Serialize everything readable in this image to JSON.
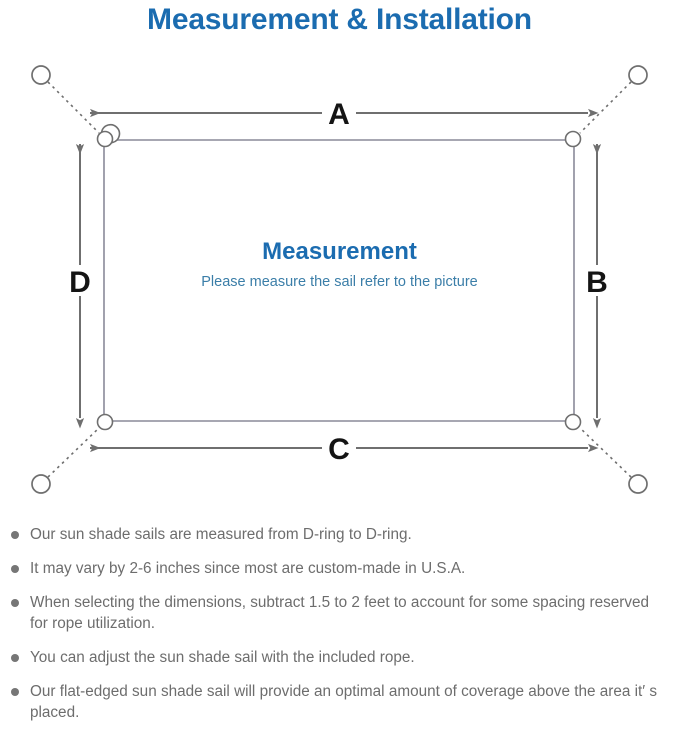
{
  "page": {
    "title": "Measurement & Installation",
    "title_color": "#1b6cb0"
  },
  "diagram": {
    "center_label": "Measurement",
    "center_sublabel": "Please measure the sail refer to the picture",
    "center_label_color": "#1b6cb0",
    "center_sublabel_color": "#3b7ea8",
    "line_color": "#6f6f6f",
    "sail_border_color": "#8a8a99",
    "dimension_labels": {
      "top": "A",
      "right": "B",
      "bottom": "C",
      "left": "D"
    }
  },
  "notes": [
    "Our sun shade sails are measured from D-ring to D-ring.",
    "It may vary by 2-6 inches since most are custom-made in U.S.A.",
    "When selecting the dimensions, subtract 1.5 to 2 feet to account for some spacing reserved for rope utilization.",
    "You can adjust the sun shade sail with the included rope.",
    "Our flat-edged sun shade sail will provide an optimal amount of coverage above the area it′ s placed."
  ]
}
